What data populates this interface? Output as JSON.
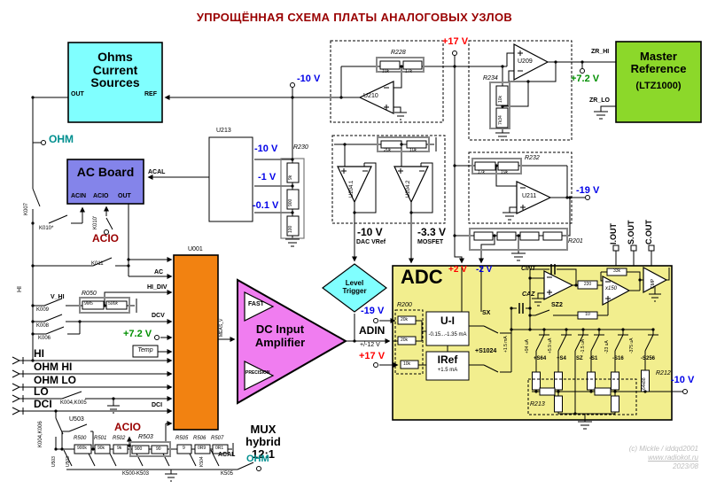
{
  "title": "УПРОЩЁННАЯ СХЕМА ПЛАТЫ АНАЛОГОВЫХ УЗЛОВ",
  "colors": {
    "title": "#990000",
    "net_red": "#ff0000",
    "net_blue": "#0000e8",
    "net_green": "#008f00",
    "net_teal": "#008f8f",
    "ohms_cyan": "#80ffff",
    "master_green": "#8cd82a",
    "ac_blue": "#8484ea",
    "mux_orange": "#f28211",
    "amp_magenta": "#f07df0",
    "trigger_cyan": "#80ffff",
    "adc_yellow": "#f2ee8e"
  },
  "blocks": {
    "ohms": {
      "name": "Ohms\nCurrent\nSources",
      "pin_out": "OUT",
      "pin_ref": "REF"
    },
    "master": {
      "name": "Master\nReference",
      "chip": "(LTZ1000)",
      "pin_hi": "ZR_HI",
      "pin_lo": "ZR_LO"
    },
    "ac_board": {
      "name": "AC Board",
      "pin_acin": "ACIN",
      "pin_acio": "ACIO",
      "pin_out": "OUT"
    },
    "mux": {
      "ref": "U001",
      "name": "MUX\nhybrid\n12:1"
    },
    "dc_amp": {
      "name": "DC Input\nAmplifier",
      "fast": "FAST",
      "precision": "PRECISION"
    },
    "level_trigger": {
      "name": "Level\nTrigger"
    },
    "adc": {
      "name": "ADC"
    }
  },
  "nets": {
    "ohm_top": "OHM",
    "ohm_bot": "OHM",
    "acio_mid": "ACIO",
    "acio_bot": "ACIO",
    "acal_top": "ACAL",
    "acal_bot": "ACAL",
    "m10_top": "-10 V",
    "p17_top": "+17 V",
    "p72_master": "+7.2 V",
    "p72_mux": "+7.2 V",
    "tap_m10": "-10 V",
    "tap_m1": "-1 V",
    "tap_m01": "-0.1 V",
    "dac_v": "-10 V",
    "dac_t": "DAC VRef",
    "mosfet_v": "-3.3 V",
    "mosfet_t": "MOSFET",
    "m19_u211": "-19 V",
    "m19_adc": "-19 V",
    "p17_adc": "+17 V",
    "m10_adc": "-10 V",
    "p2": "+2 V",
    "m2": "-2 V",
    "adin": "ADIN",
    "adin_range": "+/-12 V",
    "iout": "I.OUT",
    "sout": "S.OUT",
    "cout": "C.OUT",
    "meas_v": "MEAS_V",
    "hi_rail": "HI"
  },
  "inputs": {
    "hi": "HI",
    "ohm_hi": "OHM HI",
    "ohm_lo": "OHM LO",
    "lo": "LO",
    "dci": "DCI"
  },
  "mux_in": {
    "ac": "AC",
    "hi_div": "HI_DIV",
    "dcv": "DCV",
    "temp": "Temp",
    "dci": "DCI"
  },
  "parts": {
    "u210": "U210",
    "r228": "R228",
    "r228_v1": "10k",
    "r228_v2": "17k",
    "u209": "U209",
    "r234": "R234",
    "r234_v1": "10k",
    "r234_v2": "7k34",
    "u213": "U213",
    "r230": "R230",
    "r230_v1": "9k",
    "r230_v2": "900",
    "r230_v3": "100",
    "u204_1": "U204.1",
    "u204_2": "U204.2",
    "r204_v1": "20k",
    "r204_v2": "10k",
    "u211": "U211",
    "r232": "R232",
    "r232_v1": "17k",
    "r232_v2": "19k",
    "r201": "R201",
    "r050": "R050",
    "r050_v1": "9M5",
    "r050_v2": "500k",
    "k007": "K007",
    "k010s": "K010*",
    "k010p": "K010'",
    "k011": "K011",
    "k009": "K009",
    "k008": "K008",
    "k006": "K006",
    "v_hi": "V_HI",
    "k004_k005": "K004,K005",
    "k004_k006": "K004,K006",
    "u503": "U503",
    "k500_503": "K500-K503",
    "k504": "K504",
    "k505": "K505",
    "r500": "R500",
    "r500_v": "900k",
    "r501": "R501",
    "r501_v": "90k",
    "r502": "R502",
    "r502_v": "9k",
    "r503": "R503",
    "r503_v1": "900",
    "r503_v2": "90",
    "r505": "R505",
    "r505_v": "9",
    "r506": "R506",
    "r506_v": "0R9",
    "r507": "R507",
    "r507_v": "0R1",
    "r200": "R200",
    "r200_v1": "20k",
    "r200_v2": "20k",
    "r200_v3": "10k",
    "ui": "U-I",
    "ui_range": "-0.15...-1.35 mA",
    "iref": "IRef",
    "iref_val": "+1.5 mA",
    "sx": "SX",
    "s1024": "+S1024",
    "i_s1024": "+1.5 mA",
    "cint": "CINT",
    "caz": "CAZ",
    "sz2": "SZ2",
    "r_int": "220",
    "r_sz": "10",
    "x150": "x150",
    "r_fb": "33k",
    "cmp": "CMP",
    "s64": "+S64",
    "s4": "+S4",
    "sz": "SZ",
    "s1": "-S1",
    "s16": "-S16",
    "s256": "-S256",
    "i_s64": "+94 uA",
    "i_s4": "+5.9 uA",
    "i_s1": "-1.5 uA",
    "i_s16": "-23 uA",
    "i_s256": "-375 uA",
    "r212": "R212",
    "r212_v": "64k88",
    "r213": "R213"
  },
  "watermark": {
    "l1": "(c) Mickle / iddqd2001",
    "l2": "www.radiokot.ru",
    "l3": "2023/08"
  }
}
